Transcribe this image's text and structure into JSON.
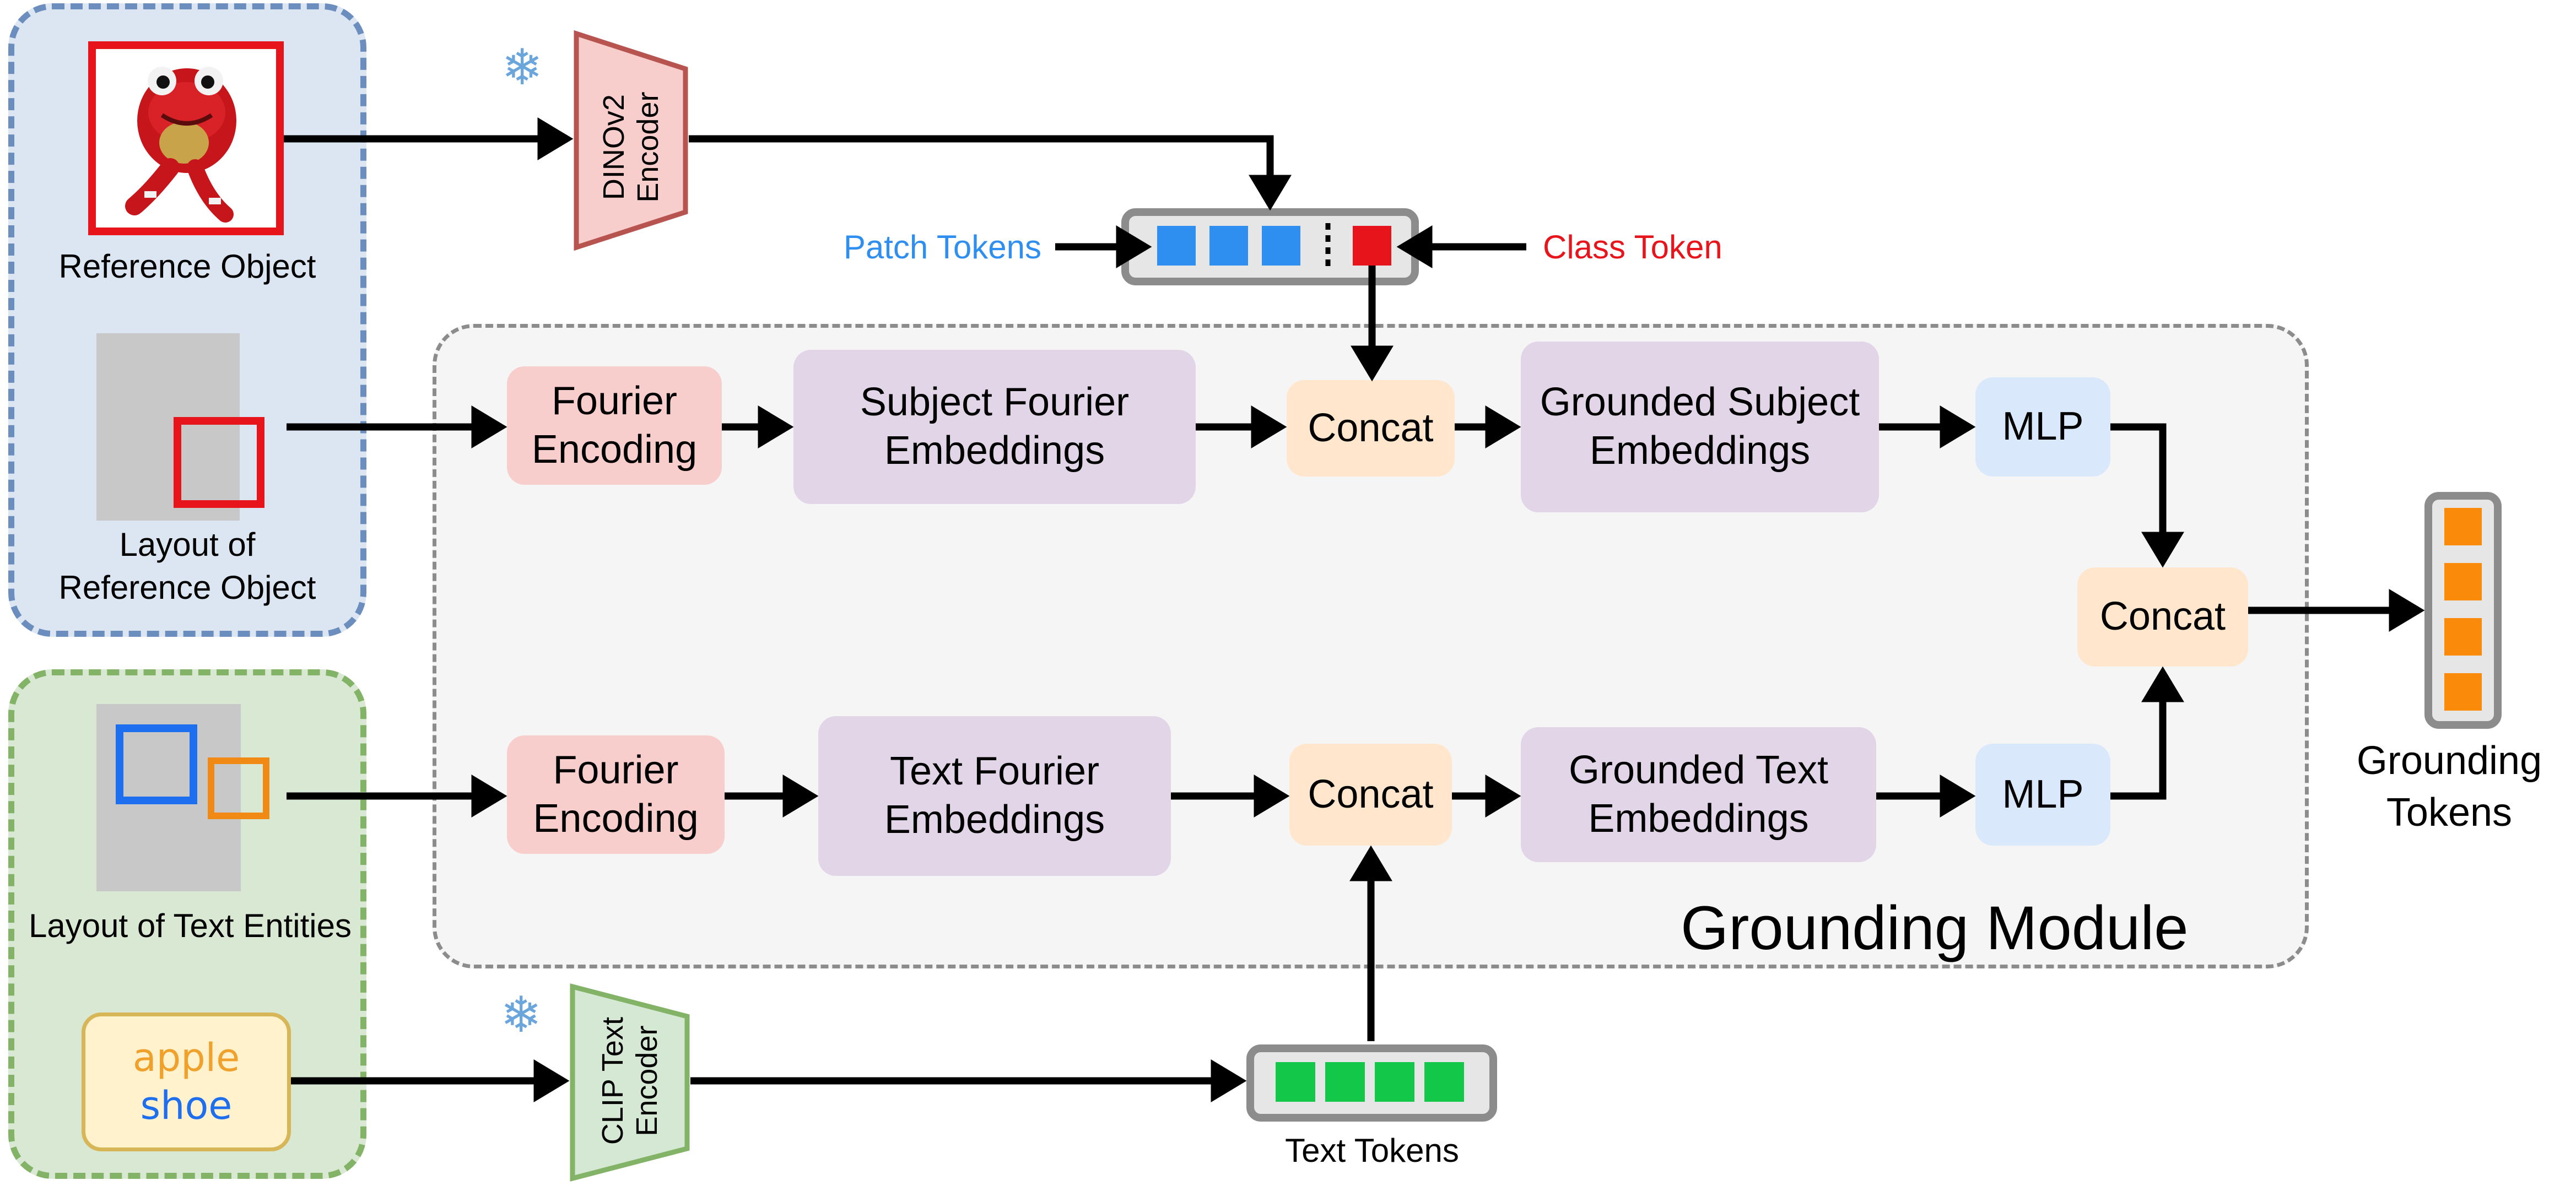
{
  "groups": {
    "module_title": "Grounding Module"
  },
  "reference": {
    "image_label": "Reference Object",
    "layout_label": "Layout of\nReference Object"
  },
  "text_side": {
    "layout_label": "Layout of Text Entities",
    "entity_1": "apple",
    "entity_2": "shoe"
  },
  "encoders": {
    "image_encoder": "DINOv2\nEncoder",
    "text_encoder": "CLIP Text\nEncoder",
    "frozen_icon": "snowflake-icon"
  },
  "tokens": {
    "patch_label": "Patch Tokens",
    "class_label": "Class Token",
    "text_label": "Text Tokens",
    "grounding_label": "Grounding\nTokens"
  },
  "subject_branch": {
    "fourier": "Fourier\nEncoding",
    "embeddings": "Subject Fourier\nEmbeddings",
    "concat": "Concat",
    "grounded": "Grounded Subject\nEmbeddings",
    "mlp": "MLP"
  },
  "text_branch": {
    "fourier": "Fourier\nEncoding",
    "embeddings": "Text Fourier\nEmbeddings",
    "concat": "Concat",
    "grounded": "Grounded Text\nEmbeddings",
    "mlp": "MLP"
  },
  "final_concat": "Concat",
  "colors": {
    "reference_red": "#e8141b",
    "patch_blue": "#2f8ff0",
    "class_red": "#e8141b",
    "text_green": "#13c748",
    "grounding_orange": "#f98a0a",
    "layout_orange": "#f08a15",
    "layout_blue": "#1e6ff0"
  }
}
